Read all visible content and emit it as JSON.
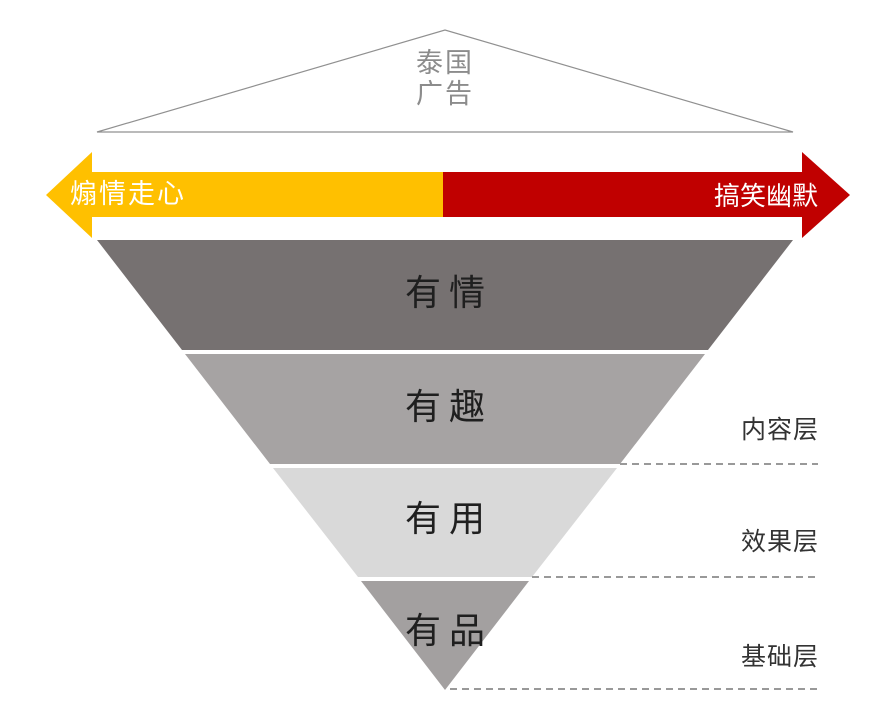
{
  "page": {
    "background_color": "#FFFFFF"
  },
  "roof": {
    "line1": "泰国",
    "line2": "广告",
    "outline_color": "#909090",
    "text_color": "#8C8C8C"
  },
  "spectrum_arrow": {
    "left": {
      "label": "煽情走心",
      "color": "#FFC000"
    },
    "right": {
      "label": "搞笑幽默",
      "color": "#C00000"
    },
    "label_color": "#FFFFFF"
  },
  "funnel": {
    "layers": [
      {
        "label": "有情",
        "color": "#767171"
      },
      {
        "label": "有趣",
        "color": "#A6A3A3"
      },
      {
        "label": "有用",
        "color": "#D9D9D9"
      },
      {
        "label": "有品",
        "color": "#A3A0A0"
      }
    ],
    "label_color": "#1F1F1F"
  },
  "tiers": {
    "divider_color": "#999999",
    "label_color": "#333333",
    "items": [
      {
        "label": "内容层"
      },
      {
        "label": "效果层"
      },
      {
        "label": "基础层"
      }
    ]
  }
}
